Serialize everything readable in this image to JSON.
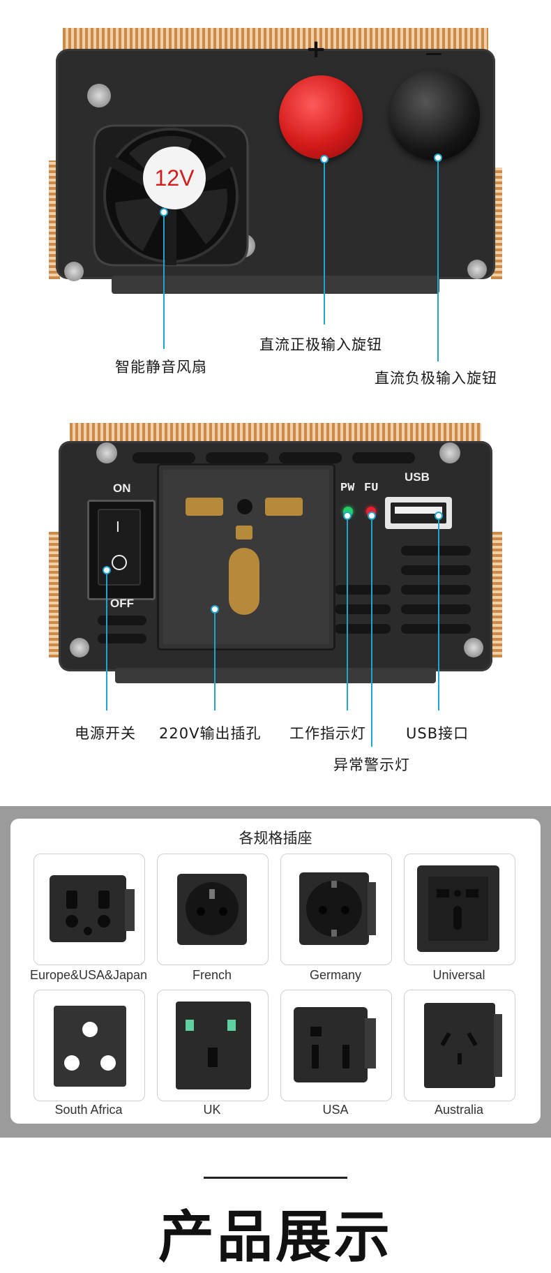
{
  "top_panel": {
    "fan_badge": "12V",
    "plus_sign": "+",
    "minus_sign": "—",
    "labels": {
      "fan": "智能静音风扇",
      "positive": "直流正极输入旋钮",
      "negative": "直流负极输入旋钮"
    }
  },
  "front_panel": {
    "switch_on": "ON",
    "switch_off": "OFF",
    "switch_i": "I",
    "switch_o": "O",
    "pw": "PW",
    "fu": "FU",
    "usb": "USB",
    "labels": {
      "power_switch": "电源开关",
      "outlet": "220V输出插孔",
      "work_indicator": "工作指示灯",
      "usb_port": "USB接口",
      "fault_indicator": "异常警示灯"
    }
  },
  "sockets_card": {
    "title": "各规格插座",
    "items": [
      "Europe&USA&Japan",
      "French",
      "Germany",
      "Universal",
      "South Africa",
      "UK",
      "USA",
      "Australia"
    ]
  },
  "footer": {
    "title": "产品展示"
  },
  "colors": {
    "leader": "#1fa6cf",
    "gray_band": "#9b9b9b",
    "inverter_body": "#2a2a2a",
    "heatsink": "#c98a4a",
    "red_knob": "#d41a1a",
    "black_knob": "#161616"
  }
}
